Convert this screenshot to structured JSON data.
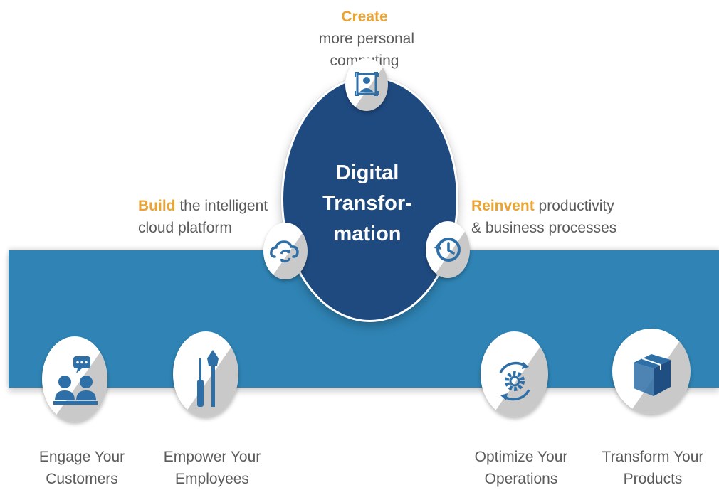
{
  "colors": {
    "band": "#2f84b5",
    "hub": "#1f4a80",
    "highlight": "#e9a434",
    "icon": "#2e6fa7",
    "text": "#5b5b5b"
  },
  "hub": {
    "title_lines": [
      "Digital",
      "Transfor-",
      "mation"
    ]
  },
  "top_caption": {
    "highlight": "Create",
    "line1_rest": " more personal",
    "line2": "computing",
    "icon": "user-frame-icon"
  },
  "left_caption": {
    "highlight": "Build",
    "line1_rest": " the intelligent",
    "line2": "cloud platform",
    "icon": "cloud-sync-icon"
  },
  "right_caption": {
    "highlight": "Reinvent",
    "line1_rest": " productivity",
    "line2": "& business processes",
    "icon": "clock-history-icon"
  },
  "pillars": [
    {
      "line1": "Engage Your",
      "line2": "Customers",
      "icon": "people-chat-icon"
    },
    {
      "line1": "Empower Your",
      "line2": "Employees",
      "icon": "tools-icon"
    },
    {
      "line1": "Optimize Your",
      "line2": "Operations",
      "icon": "gear-cycle-icon"
    },
    {
      "line1": "Transform Your",
      "line2": "Products",
      "icon": "box-icon"
    }
  ]
}
